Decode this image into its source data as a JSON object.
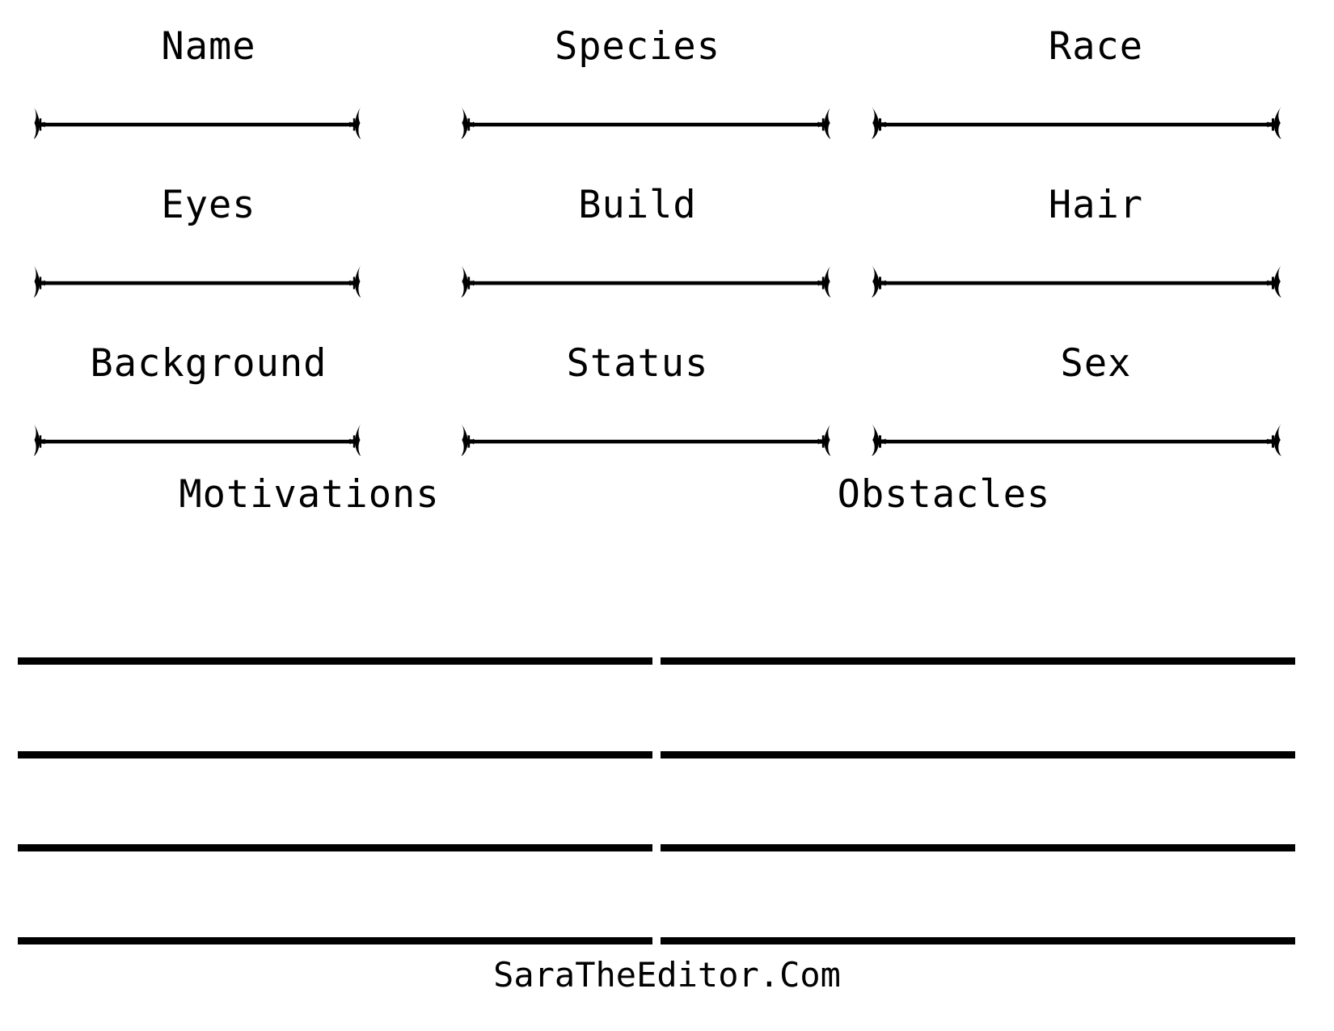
{
  "page": {
    "background_color": "#ffffff",
    "ink_color": "#000000"
  },
  "fields": [
    [
      {
        "label": "Name",
        "value": "",
        "rule": "ornamental-rule"
      },
      {
        "label": "Species",
        "value": "",
        "rule": "ornamental-rule"
      },
      {
        "label": "Race",
        "value": "",
        "rule": "ornamental-rule"
      }
    ],
    [
      {
        "label": "Eyes",
        "value": "",
        "rule": "ornamental-rule"
      },
      {
        "label": "Build",
        "value": "",
        "rule": "ornamental-rule"
      },
      {
        "label": "Hair",
        "value": "",
        "rule": "ornamental-rule"
      }
    ],
    [
      {
        "label": "Background",
        "value": "",
        "rule": "ornamental-rule"
      },
      {
        "label": "Status",
        "value": "",
        "rule": "ornamental-rule"
      },
      {
        "label": "Sex",
        "value": "",
        "rule": "ornamental-rule"
      }
    ]
  ],
  "sections": {
    "left": {
      "heading": "Motivations",
      "lines": [
        "",
        "",
        "",
        ""
      ]
    },
    "right": {
      "heading": "Obstacles",
      "lines": [
        "",
        "",
        "",
        ""
      ]
    }
  },
  "footer": {
    "credit": "SaraTheEditor.Com"
  }
}
